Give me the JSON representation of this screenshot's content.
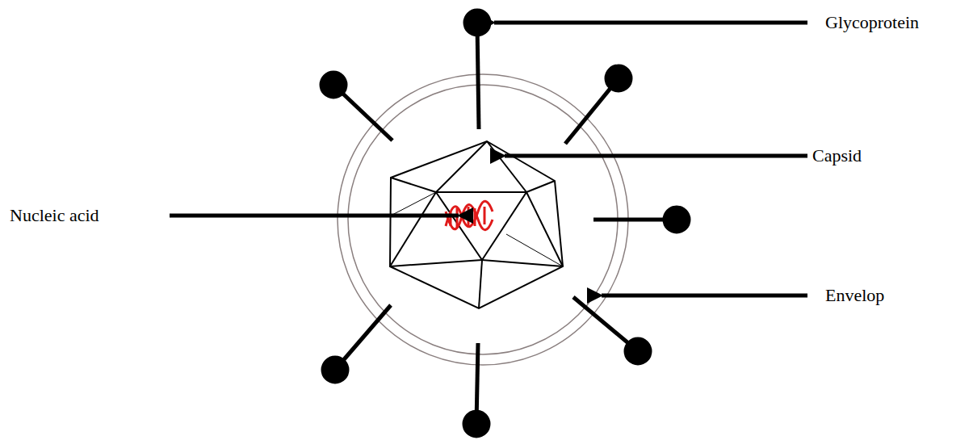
{
  "diagram": {
    "labels": [
      "Glycoprotein",
      "Capsid",
      "Nucleic acid",
      "Envelop"
    ]
  }
}
